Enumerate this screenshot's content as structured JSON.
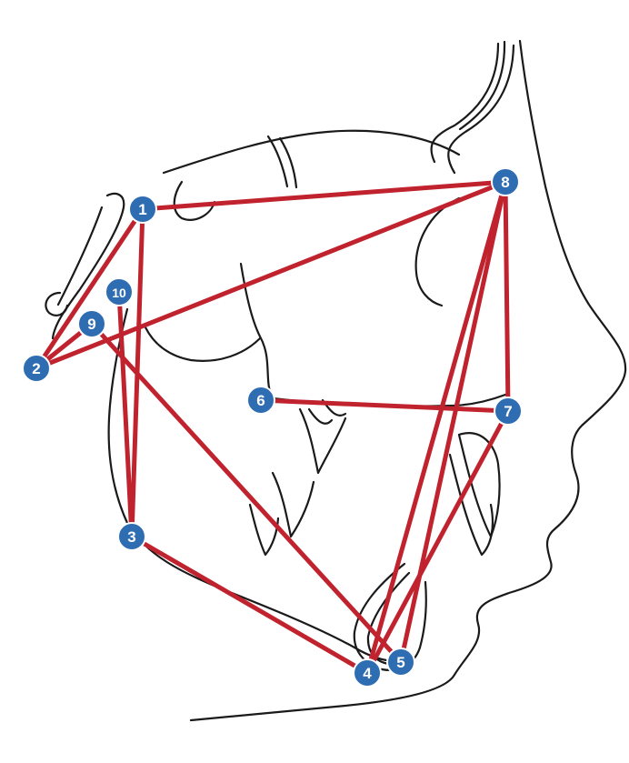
{
  "colors": {
    "background": "#ffffff",
    "sketch": "#1a1a1a",
    "line": "#c0232e",
    "marker_fill": "#2f6db3",
    "marker_stroke": "#ffffff",
    "label": "#ffffff"
  },
  "landmarks": [
    {
      "id": "1",
      "label": "1"
    },
    {
      "id": "2",
      "label": "2"
    },
    {
      "id": "3",
      "label": "3"
    },
    {
      "id": "4",
      "label": "4"
    },
    {
      "id": "5",
      "label": "5"
    },
    {
      "id": "6",
      "label": "6"
    },
    {
      "id": "7",
      "label": "7"
    },
    {
      "id": "8",
      "label": "8"
    },
    {
      "id": "9",
      "label": "9"
    },
    {
      "id": "10",
      "label": "10"
    }
  ],
  "connections": [
    [
      "1",
      "8"
    ],
    [
      "2",
      "8"
    ],
    [
      "1",
      "2"
    ],
    [
      "1",
      "3"
    ],
    [
      "10",
      "3"
    ],
    [
      "3",
      "4"
    ],
    [
      "9",
      "5"
    ],
    [
      "6",
      "7"
    ],
    [
      "8",
      "7"
    ],
    [
      "8",
      "4"
    ],
    [
      "8",
      "5"
    ],
    [
      "7",
      "4"
    ],
    [
      "2",
      "9"
    ]
  ]
}
